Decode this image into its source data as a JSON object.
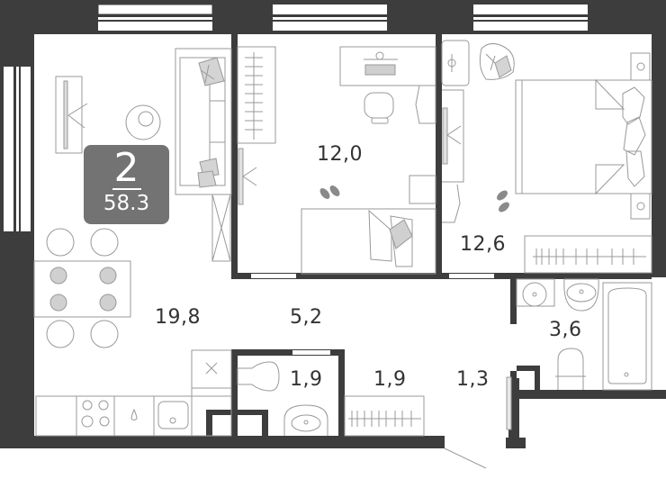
{
  "plan": {
    "type": "apartment-floor-plan",
    "colors": {
      "wall": "#3d3d3d",
      "floor": "#ffffff",
      "furniture_line": "#8c8c8c",
      "furniture_fill": "#d4d4d4",
      "badge_bg": "#737373",
      "badge_text": "#ffffff",
      "label_text": "#333333"
    }
  },
  "badge": {
    "rooms": "2",
    "total_area": "58.3"
  },
  "rooms": [
    {
      "id": "living-kitchen",
      "area": "19,8"
    },
    {
      "id": "bedroom-small",
      "area": "12,0"
    },
    {
      "id": "bedroom-master",
      "area": "12,6"
    },
    {
      "id": "hallway",
      "area": "5,2"
    },
    {
      "id": "toilet",
      "area": "1,9"
    },
    {
      "id": "wardrobe",
      "area": "1,9"
    },
    {
      "id": "entrance",
      "area": "1,3"
    },
    {
      "id": "bathroom",
      "area": "3,6"
    }
  ]
}
